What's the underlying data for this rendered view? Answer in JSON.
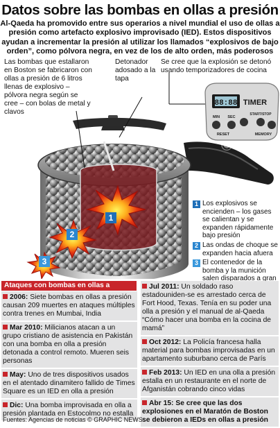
{
  "title": "Datos sobre las bombas en ollas a presión",
  "intro": "Al-Qaeda ha promovido entre sus operarios a nivel mundial el uso de ollas a presión como artefacto explosivo improvisado (IED). Estos dispositivos ayudan a incrementar la presión al utilizar los llamados “explosivos de bajo orden”, como pólvora negra, en vez de los de alto orden, más poderosos",
  "callouts": {
    "boston": "Las bombas que estallaron en Boston se fabricaron con ollas a presión de 6 litros llenas de explosivo – pólvora negra según se cree – con bolas de metal y clavos",
    "detonator": "Detonador adosado a la tapa",
    "timer": "Se cree que la explosión se detonó usando temporizadores de cocina"
  },
  "timer_device": {
    "display": "88:88",
    "brand": "TIMER",
    "buttons": [
      "MIN",
      "SEC",
      "START/STOP",
      "RESET",
      "MEMORY"
    ]
  },
  "steps": [
    {
      "num": "1",
      "text": "Los explosivos se encienden – los gases se calientan y se expanden rápidamente bajo presión"
    },
    {
      "num": "2",
      "text": "Las ondas de choque se expanden hacia afuera"
    },
    {
      "num": "3",
      "text": "El contenedor de la bomba y la munición salen disparados a gran velocidad"
    }
  ],
  "burst_labels": [
    "1",
    "2",
    "3"
  ],
  "attacks_header": "Ataques con bombas en ollas a presión",
  "attacks_left": [
    {
      "date": "2006:",
      "text": "Siete bombas en ollas a presión causan 209 muertes en ataques múltiples contra trenes en Mumbai, India"
    },
    {
      "date": "Mar 2010:",
      "text": "Milicianos atacan a un grupo cristiano de asistencia en Pakistán con una bomba en olla a presión detonada a control remoto. Mueren seis personas"
    },
    {
      "date": "May:",
      "text": "Uno de tres dispositivos usados en el atentado dinamitero fallido de Times Square es un IED en olla a presión"
    },
    {
      "date": "Dic:",
      "text": "Una bomba improvisada en olla a presión plantada en Estocolmo no estalla"
    }
  ],
  "attacks_right": [
    {
      "date": "Jul 2011:",
      "text": "Un soldado raso estadouniden-se es arrestado cerca de Fort Hood, Texas. Tenía en su poder una olla a presión y el manual de al-Qaeda “Cómo hacer una bomba en la cocina de mamá”"
    },
    {
      "date": "Oct 2012:",
      "text": "La Policía francesa halla material para bombas improvisadas en un apartamento suburbano cerca de París"
    },
    {
      "date": "Feb 2013:",
      "text": "Un IED en una olla a presión estalla en un restaurante en el norte de Afganistán cobrando cinco vidas"
    },
    {
      "date": "Abr 15:",
      "text": "Se cree que las dos explosiones en el Maratón de Boston se debieron a IEDs en ollas a presión",
      "emphasis": true
    }
  ],
  "watermark": "© GRAPHIC NEWS",
  "footer": "Fuentes: Agencias de noticias © GRAPHIC NEWS",
  "colors": {
    "accent_red": "#c8252b",
    "accent_blue": "#1f6fb8",
    "panel_grey": "#e3e3e4"
  }
}
